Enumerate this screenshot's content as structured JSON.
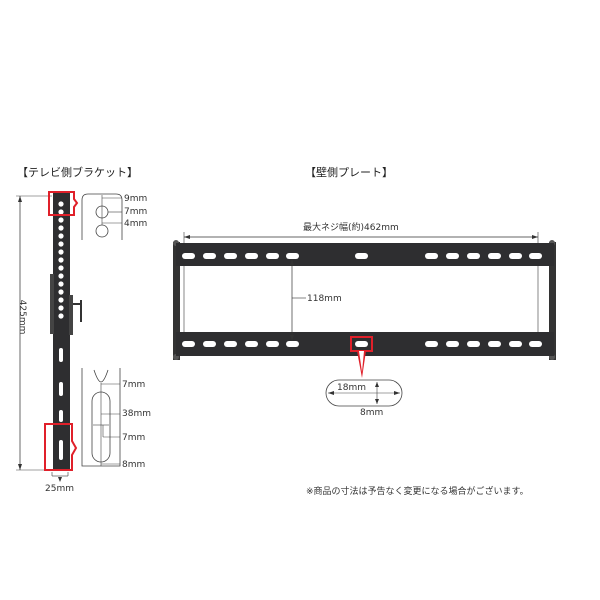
{
  "left_section": {
    "title": "【テレビ側ブラケット】",
    "height_label": "425mm",
    "width_label": "25mm",
    "top_detail": {
      "labels": [
        "9mm",
        "7mm",
        "4mm"
      ]
    },
    "bottom_detail": {
      "labels": [
        "7mm",
        "38mm",
        "7mm",
        "8mm"
      ]
    }
  },
  "right_section": {
    "title": "【壁側プレート】",
    "width_label": "最大ネジ幅(約)462mm",
    "height_label": "118mm",
    "slot_detail": {
      "length_label": "18mm",
      "height_label": "8mm"
    }
  },
  "footnote": "※商品の寸法は予告なく変更になる場合がございます。",
  "colors": {
    "metal": "#2e2e30",
    "highlight": "#e0202a",
    "line": "#333333",
    "background": "#ffffff"
  }
}
